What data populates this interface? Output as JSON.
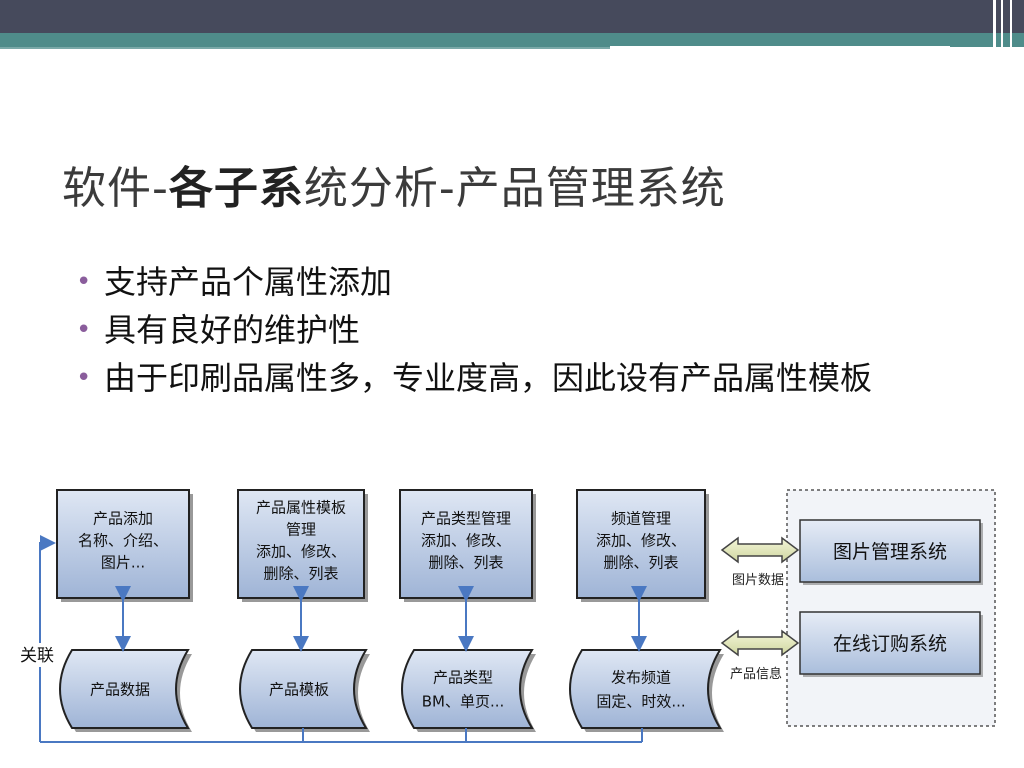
{
  "slide": {
    "title_part1": "软件-",
    "title_part2_bold": "各子系",
    "title_part3": "统分析-产品管理系统",
    "bullets": [
      "支持产品个属性添加",
      "具有良好的维护性",
      "由于印刷品属性多，专业度高，因此设有产品属性模板"
    ]
  },
  "diagram": {
    "top_boxes": [
      [
        "产品添加",
        "名称、介绍、",
        "图片..."
      ],
      [
        "产品属性模板",
        "管理",
        "添加、修改、",
        "删除、列表"
      ],
      [
        "产品类型管理",
        "添加、修改、",
        "删除、列表"
      ],
      [
        "频道管理",
        "添加、修改、",
        "删除、列表"
      ]
    ],
    "data_stores": [
      [
        "产品数据"
      ],
      [
        "产品模板"
      ],
      [
        "产品类型",
        "BM、单页..."
      ],
      [
        "发布频道",
        "固定、时效..."
      ]
    ],
    "external_systems": [
      "图片管理系统",
      "在线订购系统"
    ],
    "arrow_labels": [
      "图片数据",
      "产品信息"
    ],
    "link_label": "关联"
  },
  "colors": {
    "topbar": "#464a5c",
    "teal": "#4f8c8a",
    "bullet": "#8a5d9c",
    "box_fill_top": "#d5e0f0",
    "box_fill_bottom": "#9fb4d6",
    "arrow": "#4a78c2"
  }
}
